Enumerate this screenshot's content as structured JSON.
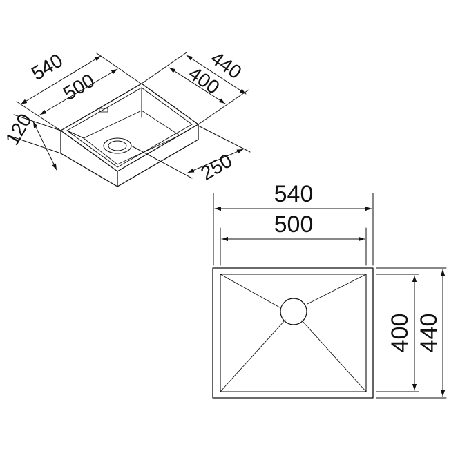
{
  "iso_view": {
    "dim_outer_length": "540",
    "dim_inner_length": "500",
    "dim_outer_width": "440",
    "dim_inner_width": "400",
    "dim_depth": "120",
    "dim_drain_distance": "250"
  },
  "plan_view": {
    "dim_outer_length": "540",
    "dim_inner_length": "500",
    "dim_inner_width": "400",
    "dim_outer_width": "440"
  },
  "colors": {
    "line": "#111111",
    "background": "#ffffff"
  }
}
